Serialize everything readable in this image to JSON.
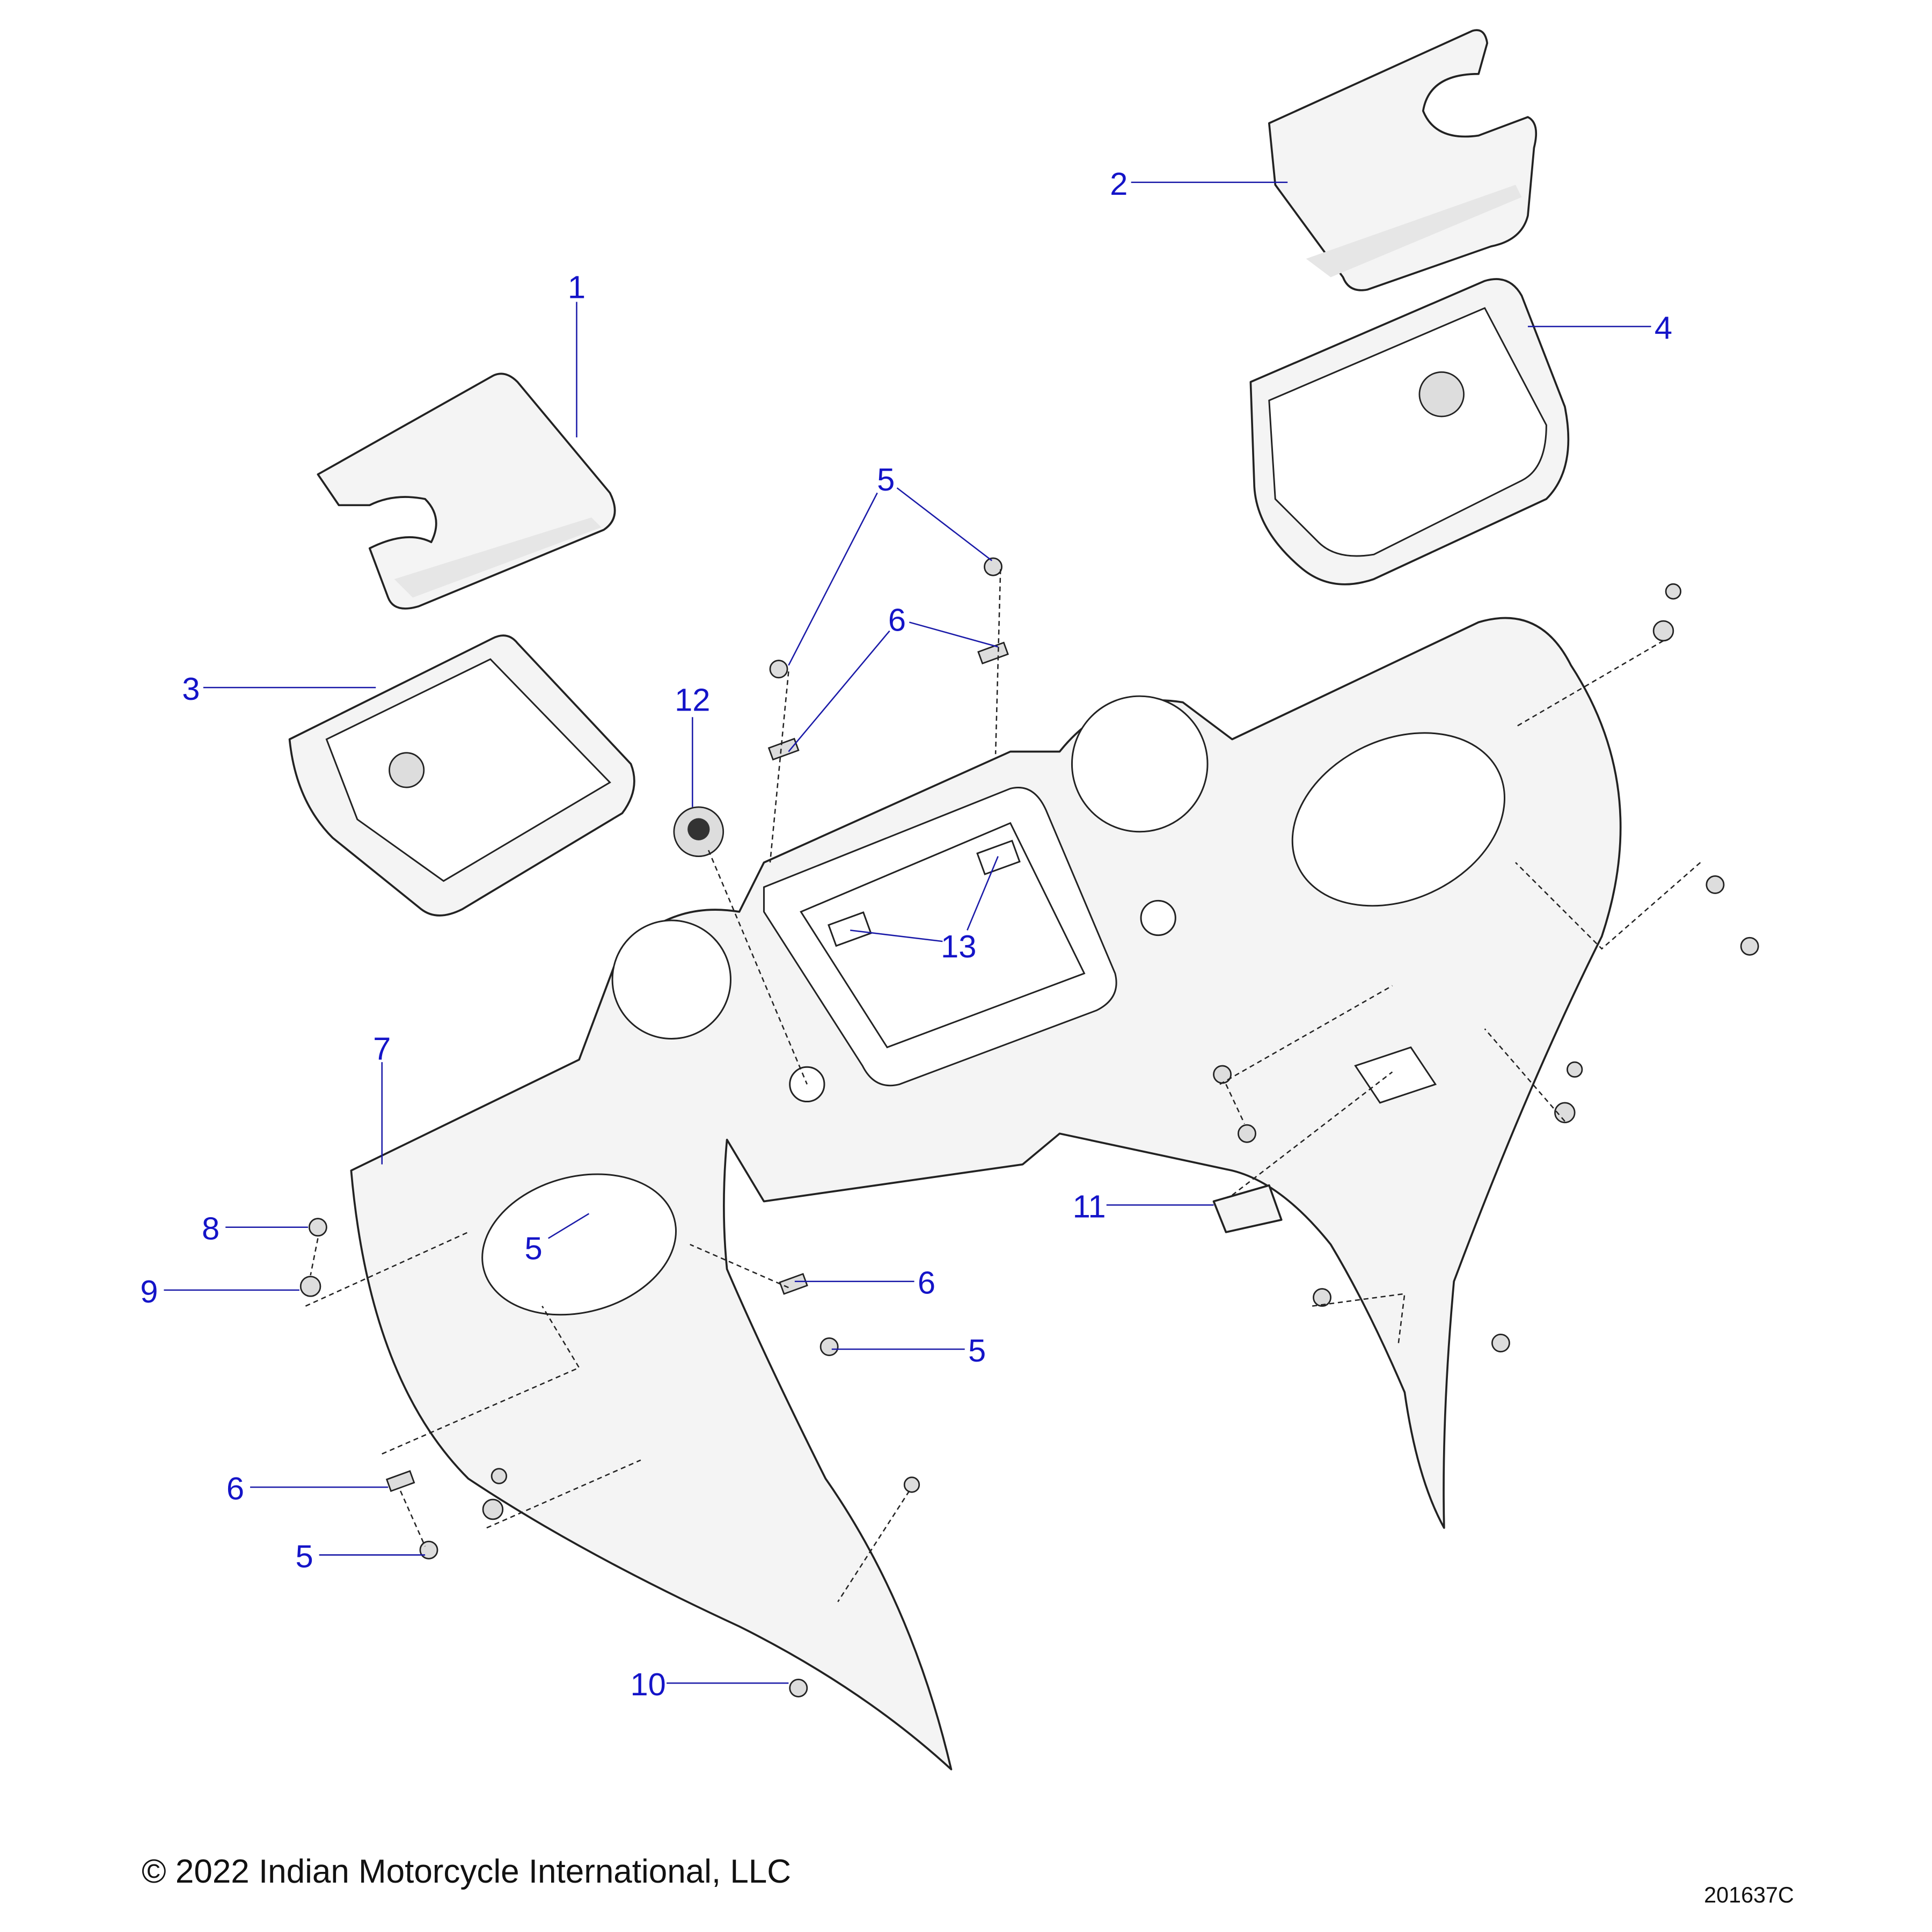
{
  "diagram": {
    "callouts": {
      "c1": "1",
      "c2": "2",
      "c3": "3",
      "c4": "4",
      "c5_top": "5",
      "c6_top": "6",
      "c12": "12",
      "c13": "13",
      "c7": "7",
      "c8": "8",
      "c9": "9",
      "c5_left": "5",
      "c6_mid": "6",
      "c5_mid": "5",
      "c11": "11",
      "c6_low": "6",
      "c5_low": "5",
      "c10": "10"
    },
    "colors": {
      "callout": "#1414c8",
      "leader": "#1a1aa8",
      "line": "#222222"
    }
  },
  "footer": {
    "copyright": "© 2022 Indian Motorcycle International, LLC",
    "drawing_number": "201637C"
  }
}
